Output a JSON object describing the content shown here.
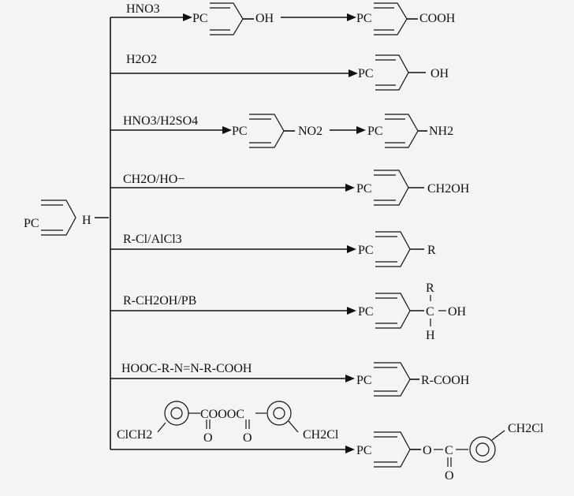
{
  "reactant": {
    "pc": "PC",
    "atom": "H"
  },
  "reactions": [
    {
      "reagent": "HNO3",
      "intermediate": {
        "pc": "PC",
        "group": "OH"
      },
      "product": {
        "pc": "PC",
        "group": "COOH"
      }
    },
    {
      "reagent": "H2O2",
      "product": {
        "pc": "PC",
        "group": "OH"
      }
    },
    {
      "reagent": "HNO3/H2SO4",
      "intermediate": {
        "pc": "PC",
        "group": "NO2"
      },
      "product": {
        "pc": "PC",
        "group": "NH2"
      }
    },
    {
      "reagent": "CH2O/HO−",
      "product": {
        "pc": "PC",
        "group": "CH2OH"
      }
    },
    {
      "reagent": "R-Cl/AlCl3",
      "product": {
        "pc": "PC",
        "group": "R"
      }
    },
    {
      "reagent": "R-CH2OH/PB",
      "product": {
        "pc": "PC",
        "top": "R",
        "center": "C",
        "right": "OH",
        "bottom": "H"
      }
    },
    {
      "reagent": "HOOC-R-N=N-R-COOH",
      "product": {
        "pc": "PC",
        "group": "R-COOH"
      }
    },
    {
      "reagent_left": "ClCH2",
      "reagent_right": "CH2Cl",
      "reagent_link": "COOOC",
      "reagent_o1": "O",
      "reagent_o2": "O",
      "product": {
        "pc": "PC",
        "o": "O",
        "c": "C",
        "co": "O",
        "ch2cl": "CH2Cl"
      }
    }
  ]
}
